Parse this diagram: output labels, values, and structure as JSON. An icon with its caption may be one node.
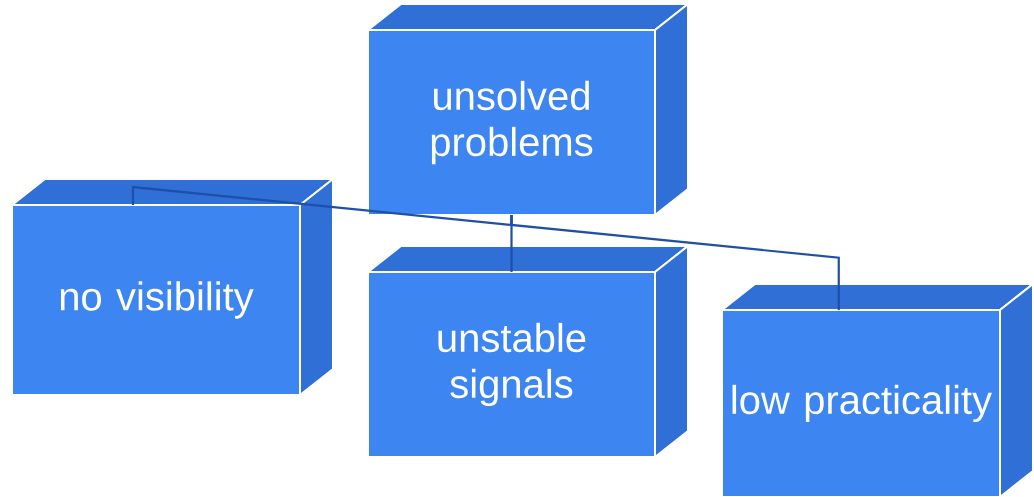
{
  "diagram": {
    "nodes": [
      {
        "text": [
          "unsolved problems"
        ]
      },
      {
        "text": [
          "no visibility"
        ]
      },
      {
        "text": [
          "unstable signals"
        ]
      },
      {
        "text": [
          "low practicality"
        ]
      }
    ],
    "edges": [
      {
        "from": 0,
        "to": 1,
        "arrow": "none"
      },
      {
        "from": 0,
        "to": 2,
        "arrow": "none"
      },
      {
        "from": 0,
        "to": 3,
        "arrow": "none"
      }
    ]
  }
}
